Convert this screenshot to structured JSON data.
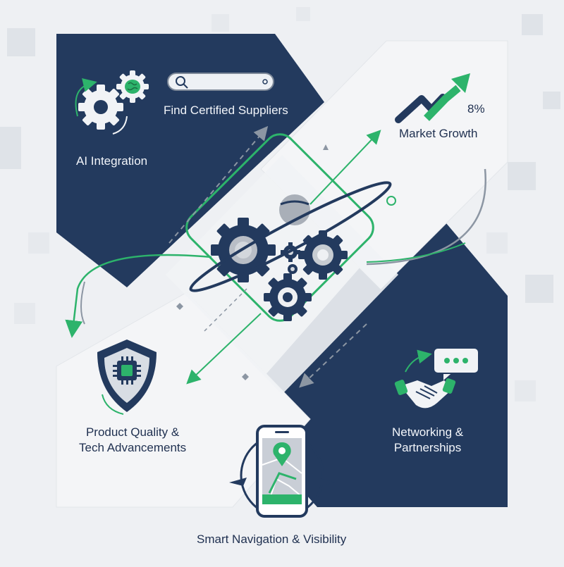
{
  "labels": {
    "ai_integration": "AI Integration",
    "find_suppliers": "Find Certified Suppliers",
    "market_growth": "Market Growth",
    "growth_value": "8%",
    "product_quality_line1": "Product Quality &",
    "product_quality_line2": "Tech Advancements",
    "networking_line1": "Networking &",
    "networking_line2": "Partnerships",
    "smart_navigation": "Smart Navigation & Visibility"
  },
  "colors": {
    "navy": "#233a5e",
    "green": "#2db36b",
    "light_panel": "#f3f4f6",
    "background": "#eef0f3",
    "gray": "#8c96a3"
  },
  "icons": [
    "gears-brain-icon",
    "search-bar-icon",
    "growth-arrow-icon",
    "central-gears-planet-icon",
    "shield-chip-icon",
    "handshake-chat-icon",
    "smartphone-map-pin-icon"
  ]
}
